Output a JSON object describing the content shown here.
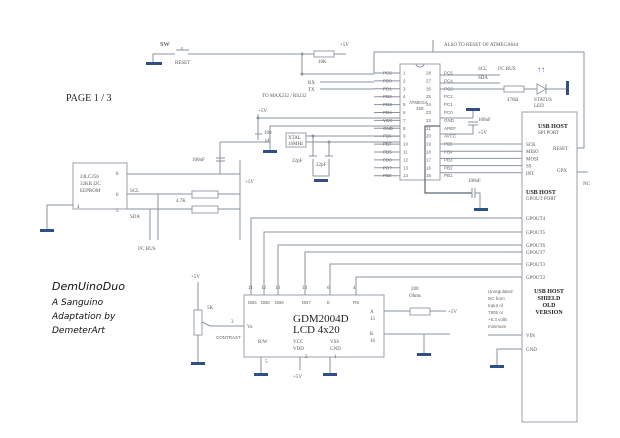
{
  "page": {
    "label": "PAGE 1 / 3"
  },
  "credits": {
    "title": "DemUinoDuo",
    "line1": "A Sanguino",
    "line2": "Adaptation by",
    "line3": "DemeterArt"
  },
  "reset": {
    "sw_label": "SW",
    "button_label": "RESET",
    "resistor": "10K",
    "vcc": "+5V",
    "note": "ALSO TO RESET OF ATMEGA644"
  },
  "serial": {
    "rx": "RX",
    "tx": "TX",
    "note": "TO MAX232 / RS232"
  },
  "mcu": {
    "name": "ATMEGA",
    "model": "328",
    "left_pins": [
      {
        "num": "1",
        "name": "PC6"
      },
      {
        "num": "2",
        "name": "PD0"
      },
      {
        "num": "3",
        "name": "PD1"
      },
      {
        "num": "4",
        "name": "PD2"
      },
      {
        "num": "5",
        "name": "PD3"
      },
      {
        "num": "6",
        "name": "PD4"
      },
      {
        "num": "7",
        "name": "VCC"
      },
      {
        "num": "8",
        "name": "GND"
      },
      {
        "num": "9",
        "name": "PB6"
      },
      {
        "num": "10",
        "name": "PB7"
      },
      {
        "num": "11",
        "name": "PD5"
      },
      {
        "num": "12",
        "name": "PD6"
      },
      {
        "num": "13",
        "name": "PD7"
      },
      {
        "num": "14",
        "name": "PB0"
      }
    ],
    "right_pins": [
      {
        "num": "28",
        "name": "PC5"
      },
      {
        "num": "27",
        "name": "PC4"
      },
      {
        "num": "26",
        "name": "PC3"
      },
      {
        "num": "25",
        "name": "PC2"
      },
      {
        "num": "24",
        "name": "PC1"
      },
      {
        "num": "23",
        "name": "PC0"
      },
      {
        "num": "22",
        "name": "GND"
      },
      {
        "num": "21",
        "name": "AREF"
      },
      {
        "num": "20",
        "name": "AVCC"
      },
      {
        "num": "19",
        "name": "PB5"
      },
      {
        "num": "18",
        "name": "PB4"
      },
      {
        "num": "17",
        "name": "PB3"
      },
      {
        "num": "16",
        "name": "PB2"
      },
      {
        "num": "15",
        "name": "PB1"
      }
    ]
  },
  "i2c": {
    "scl": "SCL",
    "sda": "SDA",
    "bus": "I²C BUS",
    "bus_lower": "I²C BUS"
  },
  "led": {
    "resistor": "470Ω",
    "label1": "STATUS",
    "label2": "LED"
  },
  "power": {
    "vcc_top": "+5V",
    "cap_100uf_a": "100",
    "cap_100uf_b": "uF",
    "xtal_a": "XTAL",
    "xtal_b": "16MHz",
    "cap22a": "22pF",
    "cap22b": "22pF",
    "cap100nf_avcc": "100nF",
    "avcc_vcc": "+5V",
    "cap100nf_aref": "100nF",
    "cap100nf_eeprom": "100nF",
    "eeprom_vcc": "+5V"
  },
  "eeprom": {
    "line1": "24LC256",
    "line2": "32KB I2C",
    "line3": "EEPROM",
    "pin8": "8",
    "pin6": "6",
    "pin5": "5",
    "pin4": "4",
    "scl": "SCL",
    "sda": "SDA",
    "pullup": "4.7K"
  },
  "usb": {
    "spi_title": "USB HOST",
    "spi_sub": "SPI PORT",
    "spi_pins": [
      "SCK",
      "MISO",
      "MOSI",
      "SS",
      "INT"
    ],
    "reset": "RESET",
    "gpx": "GPX",
    "nc": "NC",
    "gpout_title": "USB HOST",
    "gpout_sub": "GPOUT PORT",
    "gpout_pins": [
      "GPOUT4",
      "GPOUT5",
      "GPOUT6",
      "GPOUT7",
      "GPOUT3",
      "GPOUT2"
    ],
    "shield": [
      "USB HOST",
      "SHIELD",
      "OLD",
      "VERSION"
    ],
    "vin": "VIN",
    "gnd": "GND",
    "vin_note": [
      "Unregulated",
      "DC from",
      "Input of",
      "7805 or",
      "+6.3 volts",
      "minimum"
    ]
  },
  "lcd": {
    "model": "GDM2004D",
    "type": "LCD 4x20",
    "top_pins": [
      {
        "num": "11",
        "name": "DB4"
      },
      {
        "num": "12",
        "name": "DB5"
      },
      {
        "num": "13",
        "name": "DB6"
      },
      {
        "num": "14",
        "name": "DB7"
      },
      {
        "num": "6",
        "name": "E"
      },
      {
        "num": "4",
        "name": "RS"
      }
    ],
    "vo": "Vo",
    "vo_pin": "3",
    "contrast": "CONTRAST",
    "pot": "5K",
    "pot_vcc": "+5V",
    "rw": "R/W",
    "rw_pin": "5",
    "vcc": "VCC",
    "vdd": "VDD",
    "vcc_pin": "2",
    "vcc_supply": "+5V",
    "vss": "VSS",
    "gnd": "GND",
    "vss_pin": "1",
    "a": "A",
    "a_pin": "15",
    "k": "K",
    "k_pin": "16",
    "bl_res_a": "200",
    "bl_res_b": "Ohms",
    "bl_vcc": "+5V"
  }
}
